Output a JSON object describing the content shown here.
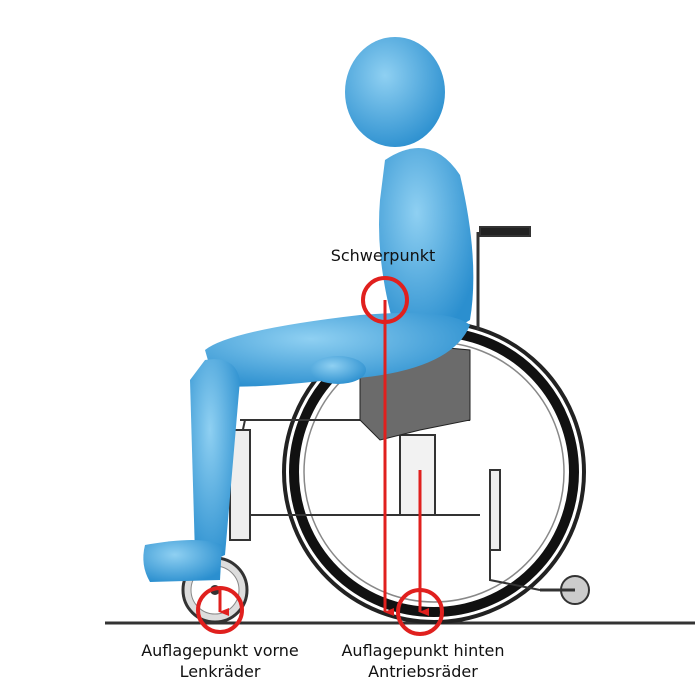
{
  "labels": {
    "center_of_gravity": "Schwerpunkt",
    "front_contact_line1": "Auflagepunkt vorne",
    "front_contact_line2": "Lenkräder",
    "rear_contact_line1": "Auflagepunkt hinten",
    "rear_contact_line2": "Antriebsräder"
  },
  "colors": {
    "body": "#3a9fd8",
    "body_light": "#7cc6ee",
    "marker": "#e0201e",
    "frame": "#222222"
  }
}
